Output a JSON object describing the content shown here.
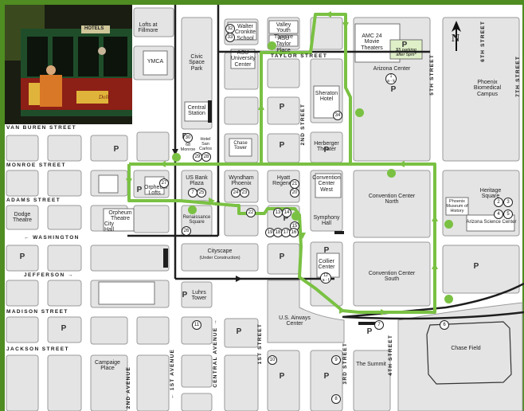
{
  "streets": {
    "horizontal": [
      "VAN BUREN STREET",
      "MONROE STREET",
      "ADAMS STREET",
      "WASHINGTON",
      "JEFFERSON",
      "MADISON STREET",
      "JACKSON STREET",
      "TAYLOR STREET"
    ],
    "vertical": [
      "1ST AVENUE",
      "2ND AVENUE",
      "CENTRAL AVENUE",
      "1ST STREET",
      "2ND STREET",
      "3RD STREET",
      "4TH STREET",
      "5TH STREET",
      "6TH STREET",
      "7TH STREET"
    ]
  },
  "buildings": {
    "lofts_fillmore": "Lofts at Fillmore",
    "ymca": "YMCA",
    "civic_space_park": "Civic Space Park",
    "central_station": "Central Station",
    "walter_cronkite": "Walter Cronkite School",
    "valley_youth": "Valley Youth Theatre",
    "asu_taylor": "ASU Taylor Place",
    "asu_center": "ASU University Center",
    "amc24": "AMC 24 Movie Theaters",
    "parking_offer": "$5 parking after 5pm*",
    "arizona_center": "Arizona Center",
    "phoenix_biomed": "Phoenix Biomedical Campus",
    "sheraton": "Sheraton Hotel",
    "hotel_san_carlos": "Hotel San Carlos",
    "monroe_hotel": "68 Monroe",
    "chase_tower": "Chase Tower",
    "herberger": "Herberger Theater",
    "orpheum_lofts": "Orpheum Lofts",
    "us_bank_plaza": "US Bank Plaza",
    "wyndham": "Wyndham Phoenix",
    "hyatt": "Hyatt Regency",
    "convention_west": "Convention Center West",
    "convention_north": "Convention Center North",
    "heritage_square": "Heritage Square",
    "phoenix_museum": "Phoenix Museum of History",
    "arizona_science": "Arizona Science Center",
    "dodge_theatre": "Dodge Theatre",
    "orpheum_theatre": "Orpheum Theatre",
    "city_hall": "City Hall",
    "renaissance": "Renaissance Square",
    "symphony_hall": "Symphony Hall",
    "cityscape": "Cityscape",
    "cityscape_note": "(Under Construction)",
    "collier": "Collier Center",
    "convention_south": "Convention Center South",
    "luhrs_tower": "Luhrs Tower",
    "us_airways": "U.S. Airways Center",
    "chase_field": "Chase Field",
    "campaige_place": "Campaige Place",
    "the_summit": "The Summit"
  },
  "parking_symbol": "P",
  "compass_label": "N",
  "photo_sign": "HOTELS",
  "photo_plate": "Dolly",
  "stop_numbers": {
    "n32": "32",
    "n33": "33",
    "n30": "30",
    "n29": "29",
    "n28": "28",
    "n34": "34",
    "n27": "27",
    "n7": "7",
    "n25": "25",
    "n24": "24",
    "n23": "23",
    "n21": "21",
    "n20": "20",
    "n22": "22",
    "n13": "13",
    "n14": "14",
    "n15": "15",
    "n16": "16",
    "n17": "17",
    "n18": "18",
    "n19": "19",
    "n26": "26",
    "n11": "11",
    "n10": "10",
    "n9": "9",
    "n8": "8",
    "n6": "6",
    "n2": "2",
    "n3": "3",
    "n4": "4",
    "n5": "5",
    "n1": "1",
    "n12": "12",
    "n1_sub": "a - k",
    "n12_sub": "a - f"
  },
  "colors": {
    "route": "#7ac143",
    "street": "#1e1e1e",
    "block": "#e6e6e6",
    "frame": "#4f8c21"
  }
}
